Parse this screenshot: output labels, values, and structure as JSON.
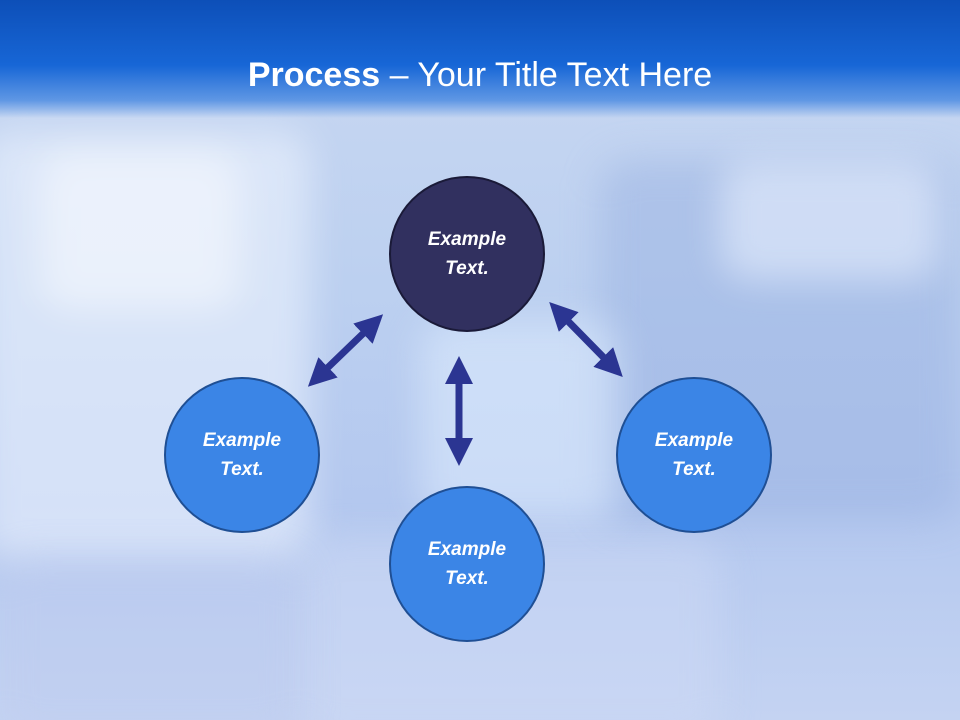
{
  "slide": {
    "title_bold": "Process",
    "title_rest": " – Your Title Text Here"
  },
  "nodes": {
    "top": {
      "label": "Example Text."
    },
    "left": {
      "label": "Example Text."
    },
    "bottom": {
      "label": "Example Text."
    },
    "right": {
      "label": "Example Text."
    }
  },
  "colors": {
    "header": "#1766d6",
    "center_node": "#31305f",
    "outer_node": "#3b85e6",
    "arrow": "#2b3592",
    "text": "#ffffff"
  }
}
